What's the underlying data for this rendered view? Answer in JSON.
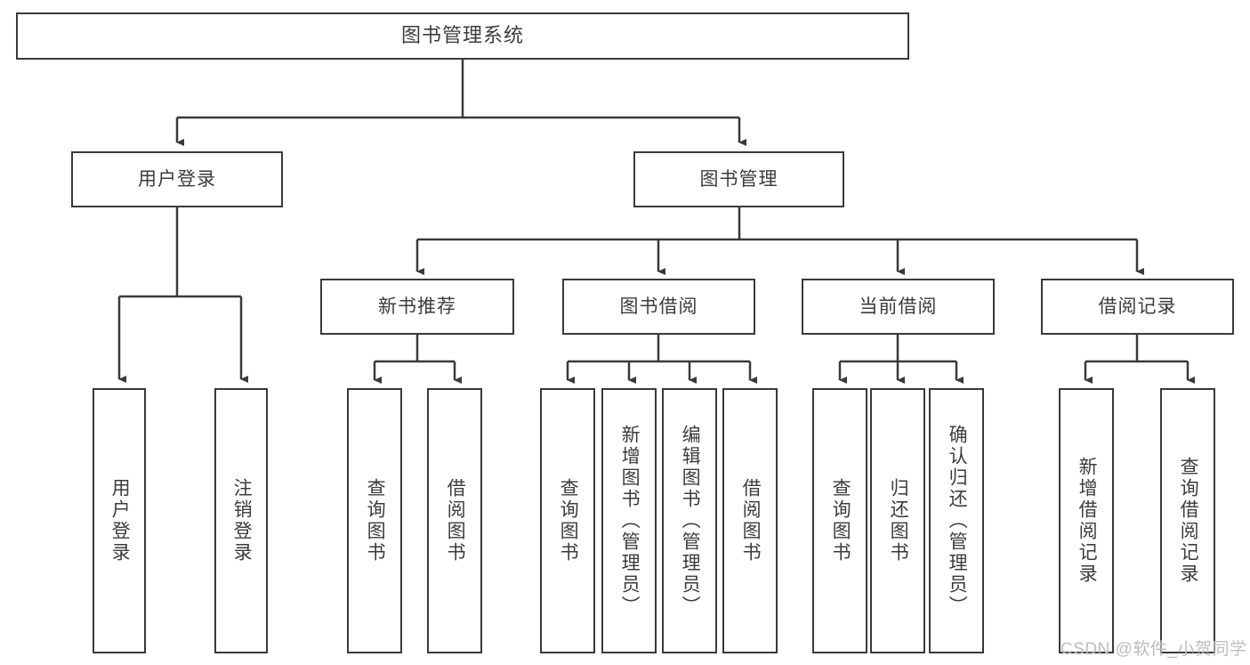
{
  "diagram": {
    "title": "图书管理系统",
    "type": "hierarchy-tree",
    "watermark": "CSDN @软件_小贺同学",
    "colors": {
      "box_border": "#3a3a3a",
      "box_fill": "#ffffff",
      "connector": "#3a3a3a",
      "text": "#3c3c3c",
      "watermark": "#bdbdbd"
    },
    "root": {
      "label": "图书管理系统"
    },
    "level2": [
      {
        "label": "用户登录"
      },
      {
        "label": "图书管理"
      }
    ],
    "level3": [
      {
        "label": "新书推荐"
      },
      {
        "label": "图书借阅"
      },
      {
        "label": "当前借阅"
      },
      {
        "label": "借阅记录"
      }
    ],
    "leaves": {
      "user_login": [
        {
          "label": "用户登录"
        },
        {
          "label": "注销登录"
        }
      ],
      "new_book": [
        {
          "label": "查询图书"
        },
        {
          "label": "借阅图书"
        }
      ],
      "book_borrow": [
        {
          "label": "查询图书"
        },
        {
          "label": "新增图书（管理员）"
        },
        {
          "label": "编辑图书（管理员）"
        },
        {
          "label": "借阅图书"
        }
      ],
      "current_borrow": [
        {
          "label": "查询图书"
        },
        {
          "label": "归还图书"
        },
        {
          "label": "确认归还（管理员）"
        }
      ],
      "borrow_record": [
        {
          "label": "新增借阅记录"
        },
        {
          "label": "查询借阅记录"
        }
      ]
    }
  }
}
